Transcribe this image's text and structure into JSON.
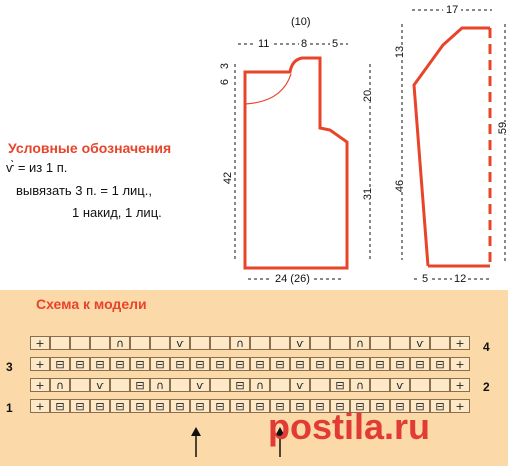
{
  "legend": {
    "title": "Условные обозначения",
    "line1": "= из 1 п.",
    "line2": "вывязать 3 п. = 1 лиц.,",
    "line3": "1 накид, 1 лиц."
  },
  "front_pattern": {
    "top_note": "(10)",
    "top_widths": [
      "11",
      "8",
      "5"
    ],
    "left_heights": [
      "6",
      "3",
      "42"
    ],
    "right_heights": [
      "20",
      "31"
    ],
    "bottom_width": "24 (26)"
  },
  "sleeve_pattern": {
    "top_width": "17",
    "left_heights": [
      "13",
      "46"
    ],
    "right_height": "59",
    "bottom_widths": [
      "5",
      "12"
    ]
  },
  "chart": {
    "title": "Схема к модели",
    "left_row_numbers": [
      "3",
      "1"
    ],
    "right_row_numbers": [
      "4",
      "2"
    ]
  },
  "colors": {
    "accent": "#e8442a",
    "chart_bg": "#fbd9a9",
    "watermark": "#e23a34"
  },
  "watermark": {
    "text_a": "postila",
    "text_b": ".ru"
  },
  "icons": {
    "arrow": "arrow-up-icon",
    "increase": "increase-3-from-1-icon",
    "purl": "purl-bar-icon",
    "yo": "arch-icon",
    "plus": "plus-icon"
  }
}
